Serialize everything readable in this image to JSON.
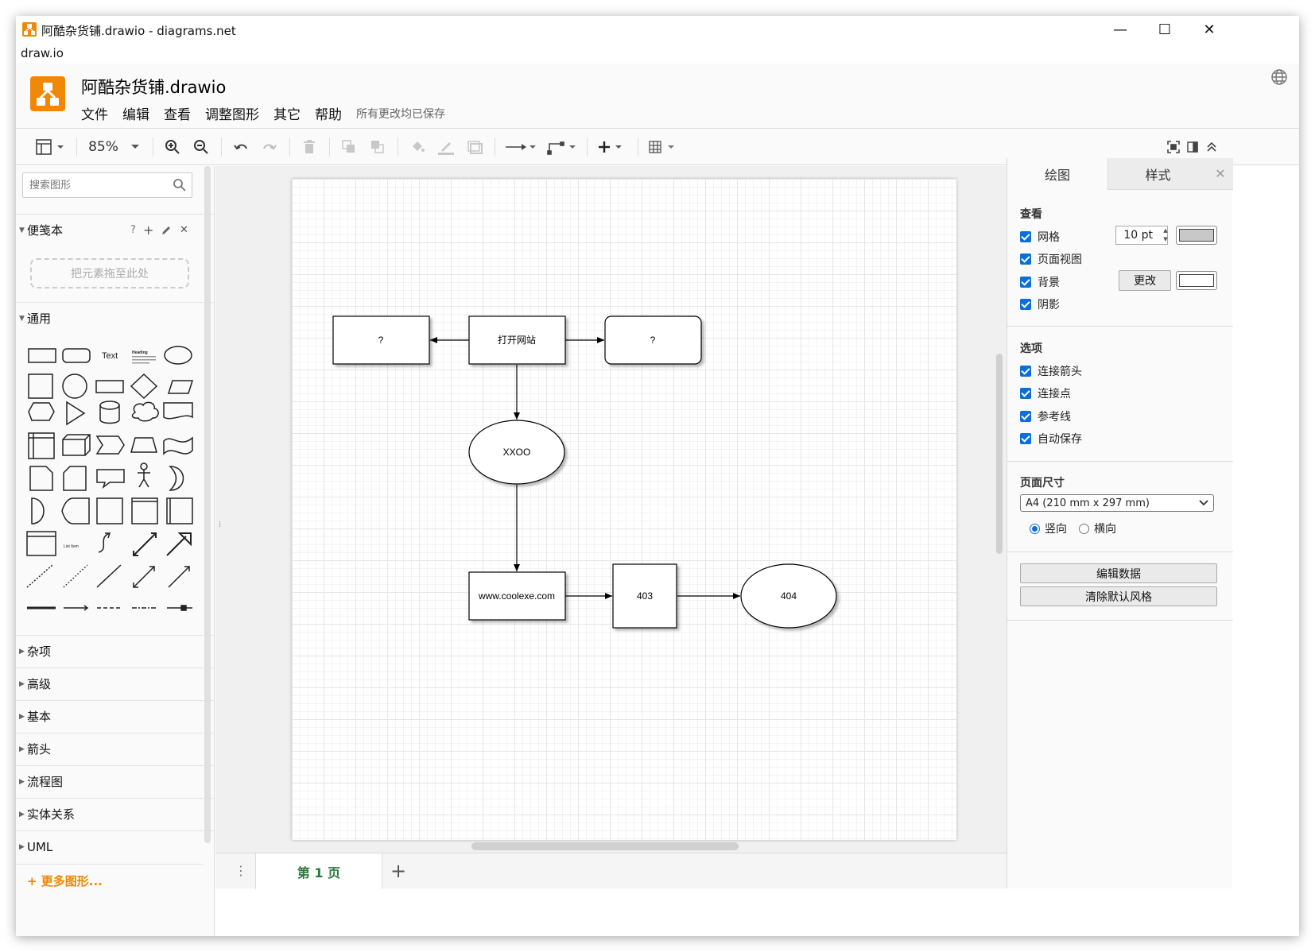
{
  "window": {
    "title": "阿酷杂货铺.drawio - diagrams.net",
    "menu_label": "draw.io",
    "minimize": "—",
    "maximize": "☐",
    "close": "✕"
  },
  "header": {
    "doc_title": "阿酷杂货铺.drawio",
    "menus": [
      "文件",
      "编辑",
      "查看",
      "调整图形",
      "其它",
      "帮助"
    ],
    "saved_status": "所有更改均已保存"
  },
  "toolbar": {
    "zoom": "85%"
  },
  "sidebar": {
    "search_placeholder": "搜索图形",
    "scratchpad": {
      "label": "便笺本",
      "drop_hint": "把元素拖至此处",
      "help": "?",
      "add": "+",
      "close": "✕"
    },
    "general_label": "通用",
    "shape_text_label": "Text",
    "shape_heading_label": "Heading",
    "shape_list_item_label": "List Item",
    "sections": [
      "杂项",
      "高级",
      "基本",
      "箭头",
      "流程图",
      "实体关系",
      "UML"
    ],
    "more_shapes": "+ 更多图形..."
  },
  "diagram": {
    "nodes": {
      "q_left": "?",
      "open_site": "打开网站",
      "q_right": "?",
      "xxoo": "XXOO",
      "site": "www.coolexe.com",
      "n403": "403",
      "n404": "404"
    }
  },
  "pages": {
    "current": "第 1 页",
    "add": "+"
  },
  "right_panel": {
    "tabs": [
      "绘图",
      "样式"
    ],
    "close": "✕",
    "view": {
      "title": "查看",
      "grid": "网格",
      "grid_size": "10 pt",
      "page_view": "页面视图",
      "background": "背景",
      "change_btn": "更改",
      "shadow": "阴影"
    },
    "options": {
      "title": "选项",
      "items": [
        "连接箭头",
        "连接点",
        "参考线",
        "自动保存"
      ]
    },
    "page_size": {
      "title": "页面尺寸",
      "selected": "A4 (210 mm x 297 mm)",
      "portrait": "竖向",
      "landscape": "横向"
    },
    "buttons": [
      "编辑数据",
      "清除默认风格"
    ]
  },
  "colors": {
    "accent": "#f08705",
    "checkbox": "#0a6fd8",
    "page_tab_text": "#2b7a3b"
  }
}
